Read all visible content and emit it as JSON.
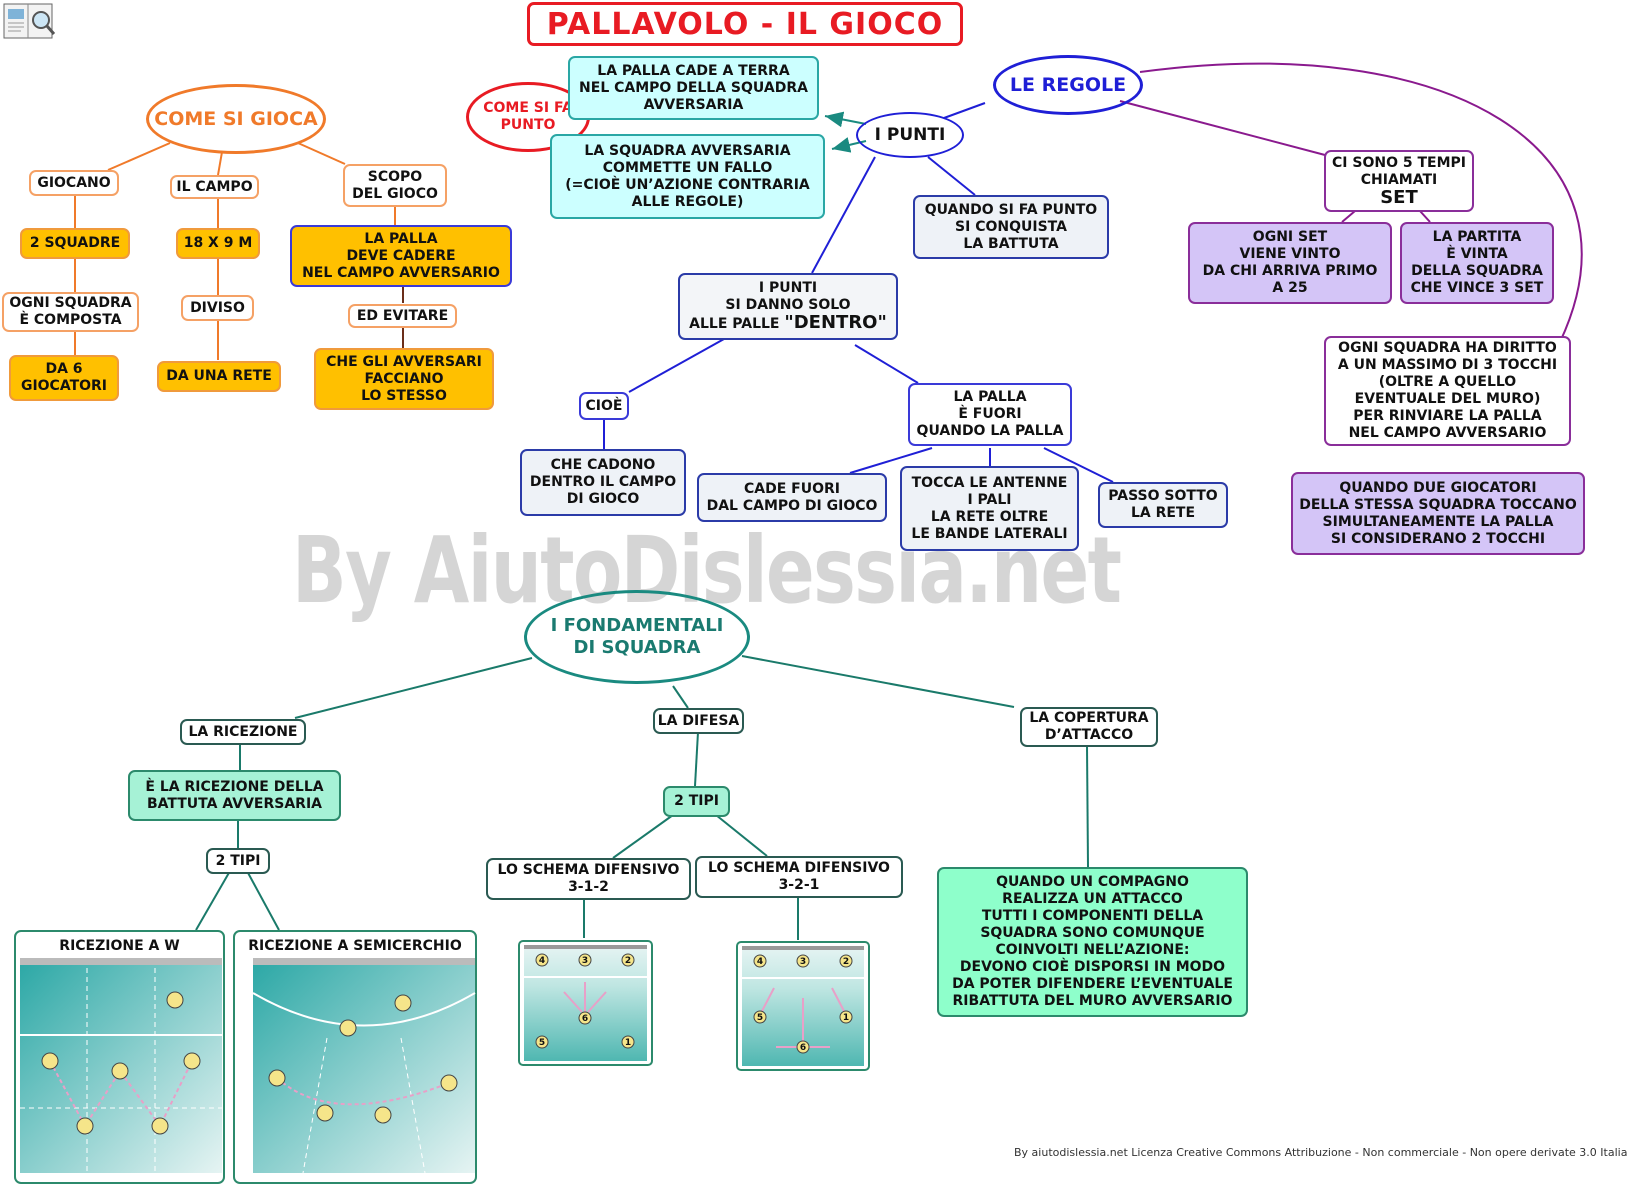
{
  "title": "PALLAVOLO - IL GIOCO",
  "watermark": "By AiutoDislessia.net",
  "credit": "By aiutodislessia.net Licenza Creative Commons Attribuzione - Non commerciale - Non opere derivate 3.0 Italia",
  "come_si_gioca": {
    "main": "COME SI GIOCA",
    "giocano": "GIOCANO",
    "due_squadre": "2 SQUADRE",
    "composta": "OGNI SQUADRA\nÈ COMPOSTA",
    "giocatori": "DA 6\nGIOCATORI",
    "campo": "IL CAMPO",
    "misure": "18 X 9 M",
    "diviso": "DIVISO",
    "rete": "DA UNA RETE",
    "scopo": "SCOPO\nDEL GIOCO",
    "palla": "LA PALLA\nDEVE CADERE\nNEL CAMPO AVVERSARIO",
    "evitare": "ED EVITARE",
    "avversari": "CHE GLI AVVERSARI\nFACCIANO\nLO STESSO"
  },
  "punti": {
    "come_punto": "COME SI FA\nPUNTO",
    "cade_terra": "LA PALLA CADE A TERRA\nNEL CAMPO DELLA SQUADRA\nAVVERSARIA",
    "fallo": "LA SQUADRA AVVERSARIA\nCOMMETTE UN FALLO\n(=CIOÈ UN’AZIONE CONTRARIA\nALLE REGOLE)",
    "i_punti": "I PUNTI",
    "battuta": "QUANDO SI FA PUNTO\nSI CONQUISTA\nLA BATTUTA",
    "dentro_a": "I PUNTI\nSI DANNO SOLO\nALLE PALLE ",
    "dentro_b": "\"DENTRO\"",
    "cioe": "CIOÈ",
    "cadono": "CHE CADONO\nDENTRO IL CAMPO\nDI GIOCO",
    "fuori": "LA PALLA\nÈ FUORI\nQUANDO LA PALLA",
    "cade_fuori": "CADE FUORI\nDAL CAMPO DI GIOCO",
    "antenne": "TOCCA LE ANTENNE\nI PALI\nLA RETE OLTRE\nLE BANDE LATERALI",
    "sotto": "PASSO SOTTO\nLA RETE"
  },
  "regole": {
    "main": "LE REGOLE",
    "set_a": "CI SONO 5 TEMPI\nCHIAMATI",
    "set_b": "SET",
    "ogni_set": "OGNI SET\nVIENE VINTO\nDA CHI ARRIVA PRIMO\nA 25",
    "partita": "LA PARTITA\nÈ VINTA\nDELLA SQUADRA\nCHE VINCE 3 SET",
    "tocchi": "OGNI SQUADRA HA DIRITTO\nA UN MASSIMO DI 3 TOCCHI\n(OLTRE A QUELLO\nEVENTUALE DEL MURO)\nPER RINVIARE LA PALLA\nNEL CAMPO AVVERSARIO",
    "due_giocatori": "QUANDO DUE GIOCATORI\nDELLA STESSA SQUADRA TOCCANO\nSIMULTANEAMENTE LA PALLA\nSI CONSIDERANO 2 TOCCHI"
  },
  "fondamentali": {
    "main": "I FONDAMENTALI\nDI SQUADRA",
    "ricezione": "LA RICEZIONE",
    "ricezione_desc": "È LA RICEZIONE DELLA\nBATTUTA AVVERSARIA",
    "ric_tipi": "2 TIPI",
    "ric_w": "RICEZIONE A W",
    "ric_semi": "RICEZIONE A SEMICERCHIO",
    "difesa": "LA DIFESA",
    "dif_tipi": "2 TIPI",
    "schema1": "LO SCHEMA DIFENSIVO\n3-1-2",
    "schema2": "LO SCHEMA DIFENSIVO\n3-2-1",
    "copertura": "LA COPERTURA\nD’ATTACCO",
    "copertura_desc": "QUANDO UN COMPAGNO\nREALIZZA UN ATTACCO\nTUTTI I COMPONENTI DELLA\nSQUADRA SONO COMUNQUE\nCOINVOLTI NELL’AZIONE:\nDEVONO CIOÈ DISPORSI IN MODO\nDA POTER DIFENDERE L’EVENTUALE\nRIBATTUTA DEL MURO AVVERSARIO",
    "schema1_positions": [
      "4",
      "3",
      "2",
      "6",
      "5",
      "1"
    ],
    "schema2_positions": [
      "4",
      "3",
      "2",
      "5",
      "1",
      "6"
    ]
  }
}
